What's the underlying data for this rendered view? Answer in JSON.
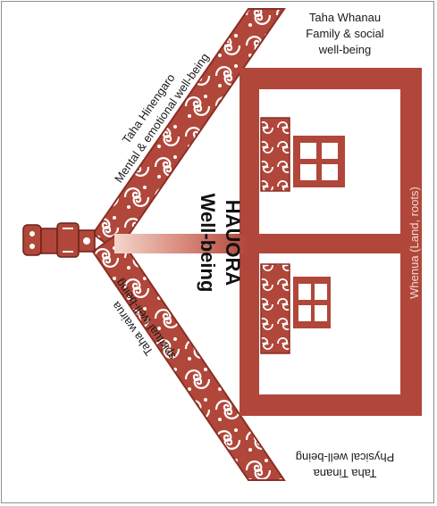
{
  "diagram": {
    "title_line1": "HAUORA",
    "title_line2": "Well-being",
    "family": {
      "line1": "Taha Whanau",
      "line2": "Family & social",
      "line3": "well-being"
    },
    "mental": {
      "line1": "Taha Hinengaro",
      "line2": "Mental & emotional well-being"
    },
    "spiritual": {
      "line1": "Taha wairua",
      "line2": "spiritual well-being"
    },
    "physical": {
      "line1": "Taha Tinana",
      "line2": "Physical well-being"
    },
    "whenua": "Whenua  (Land, roots)"
  },
  "colors": {
    "house": "#b0473a",
    "house_dark": "#8a2f25",
    "fade_light": "#f2cfc6",
    "text": "#1a1a1a",
    "whenua_text": "#f3d9d2"
  }
}
